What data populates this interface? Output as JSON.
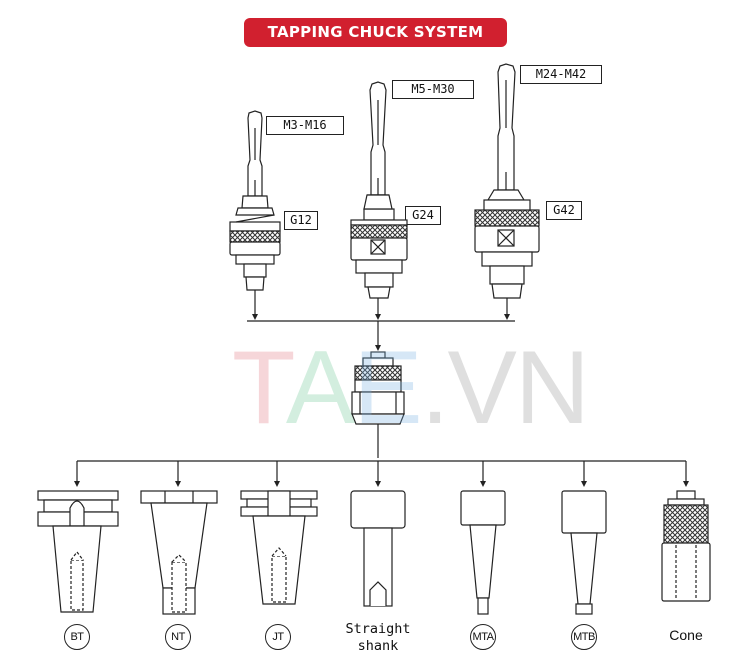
{
  "title": "TAPPING CHUCK SYSTEM",
  "chucks": [
    {
      "size": "G12",
      "range": "M3-M16"
    },
    {
      "size": "G24",
      "range": "M5-M30"
    },
    {
      "size": "G42",
      "range": "M24-M42"
    }
  ],
  "watermark": {
    "t": "T",
    "a": "A",
    "e": "E",
    "rest": ".VN"
  },
  "adapters": [
    {
      "label": "BT",
      "style": "circle"
    },
    {
      "label": "NT",
      "style": "circle"
    },
    {
      "label": "JT",
      "style": "circle"
    },
    {
      "label_line1": "Straight",
      "label_line2": "shank",
      "style": "plain"
    },
    {
      "label": "MTA",
      "style": "circle"
    },
    {
      "label": "MTB",
      "style": "circle"
    },
    {
      "label": "Cone",
      "style": "plain"
    }
  ],
  "colors": {
    "title_bg": "#d1202f",
    "line": "#222222",
    "knurl": "#333333"
  }
}
